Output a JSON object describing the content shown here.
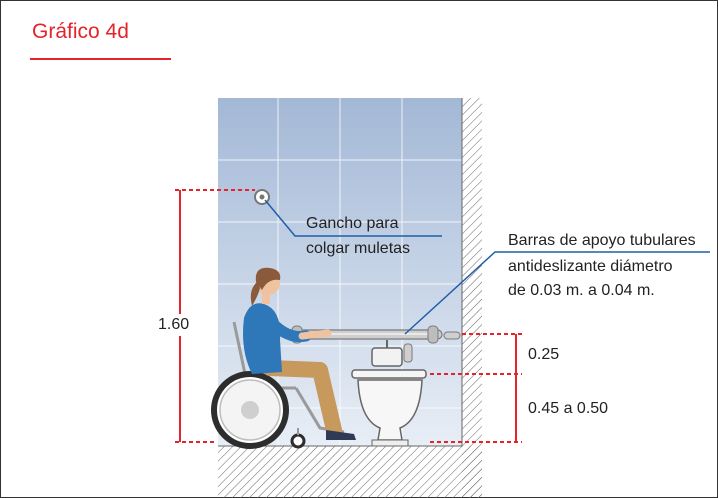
{
  "figure": {
    "title": "Gráfico 4d",
    "accent_color": "#e4232b",
    "callout_color": "#1f5fa8"
  },
  "labels": {
    "hook_line1": "Gancho para",
    "hook_line2": "colgar muletas",
    "bars_line1": "Barras de apoyo tubulares",
    "bars_line2": "antideslizante diámetro",
    "bars_line3": "de 0.03 m. a 0.04 m."
  },
  "dimensions": {
    "total_height": "1.60",
    "bar_above_seat": "0.25",
    "seat_height": "0.45 a 0.50"
  },
  "illustration": {
    "person": "wheelchair-user",
    "fixture": "toilet",
    "accessory_1": "crutch-hook",
    "accessory_2": "support-bar"
  }
}
